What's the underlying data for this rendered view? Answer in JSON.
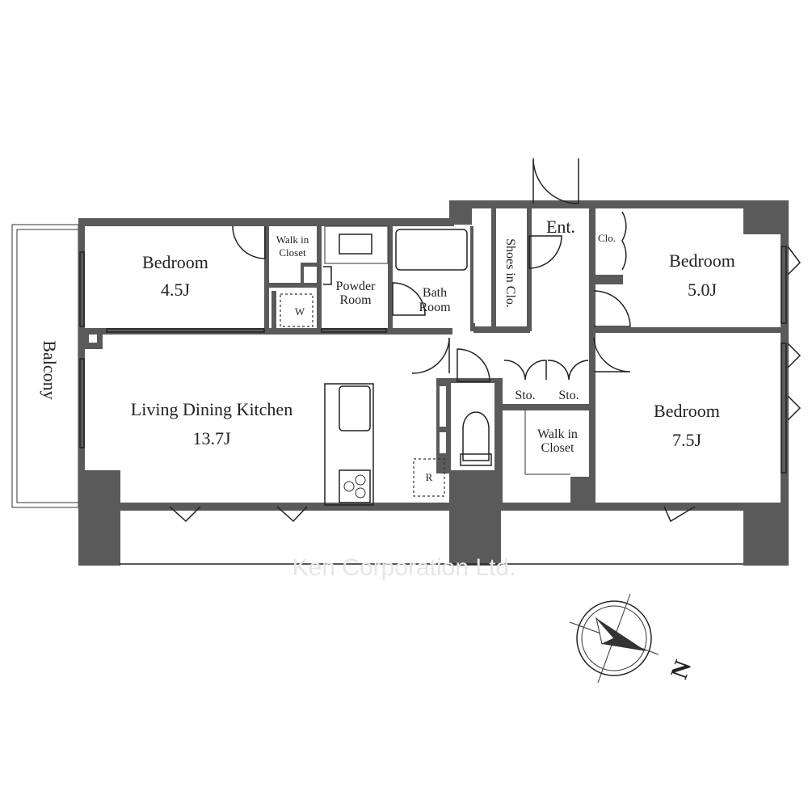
{
  "floor_plan": {
    "rooms": {
      "bedroom_a": {
        "name": "Bedroom",
        "size": "4.5J"
      },
      "walk_in_closet_a": {
        "line1": "Walk in",
        "line2": "Closet"
      },
      "powder_room": {
        "line1": "Powder",
        "line2": "Room"
      },
      "bath_room": {
        "line1": "Bath",
        "line2": "Room"
      },
      "shoes_closet": "Shoes in Clo.",
      "entrance": "Ent.",
      "closet": "Clo.",
      "bedroom_b": {
        "name": "Bedroom",
        "size": "5.0J"
      },
      "ldk": {
        "name": "Living Dining Kitchen",
        "size": "13.7J"
      },
      "storage_1": "Sto.",
      "storage_2": "Sto.",
      "walk_in_closet_b": {
        "line1": "Walk in",
        "line2": "Closet"
      },
      "bedroom_c": {
        "name": "Bedroom",
        "size": "7.5J"
      },
      "balcony": "Balcony"
    },
    "symbols": {
      "washer": "W",
      "refrigerator": "R"
    },
    "compass": {
      "label": "N"
    },
    "watermark": "Ken Corporation Ltd.",
    "colors": {
      "wall": "#5a5a5a",
      "line": "#222222",
      "watermark": "#e6e6e6"
    }
  }
}
